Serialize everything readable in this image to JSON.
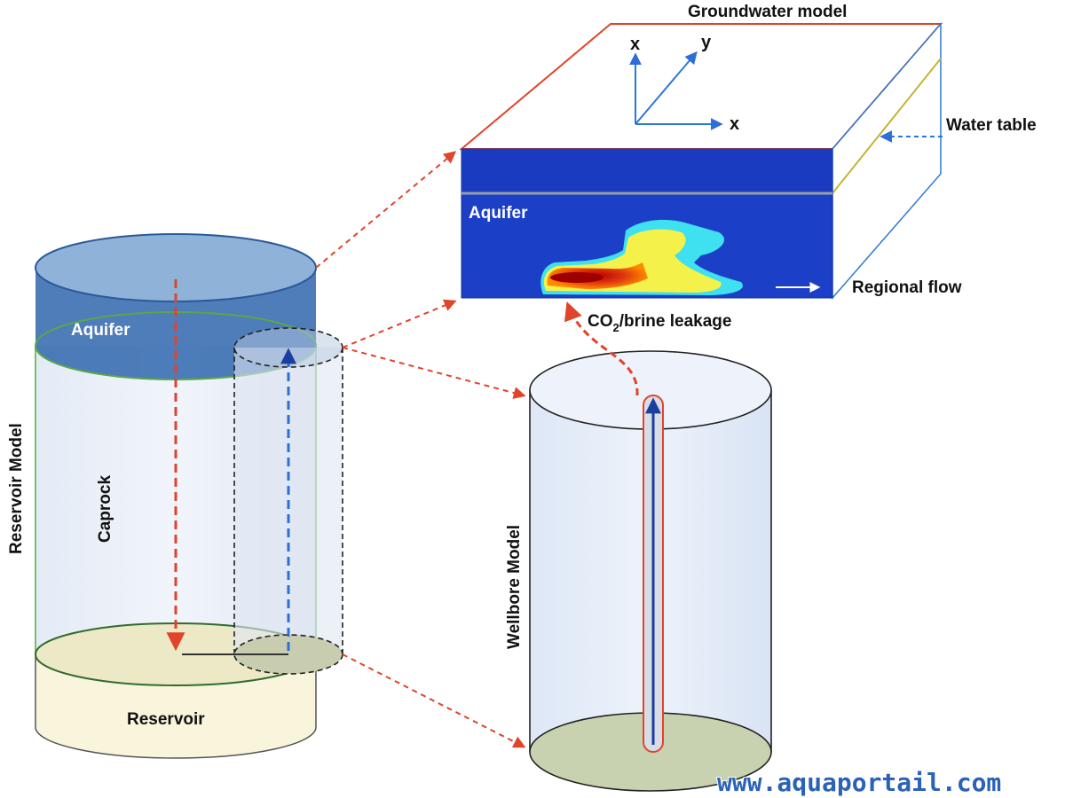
{
  "groundwater": {
    "title": "Groundwater model",
    "aquifer_label": "Aquifer",
    "water_table": "Water table",
    "regional_flow": "Regional flow",
    "axis_x_vertical": "x",
    "axis_y": "y",
    "axis_x_horizontal": "x"
  },
  "leakage": {
    "prefix": "CO",
    "subscript": "2",
    "suffix": "/brine leakage"
  },
  "reservoir_model": {
    "side_label": "Reservoir Model",
    "aquifer": "Aquifer",
    "caprock": "Caprock",
    "reservoir": "Reservoir"
  },
  "wellbore_model": {
    "side_label": "Wellbore Model"
  },
  "watermark": "www.aquaportail.com",
  "colors": {
    "aquifer_blue": "#1f5fae",
    "outline_red": "#e0442a",
    "arrow_blue": "#2c6fd6",
    "caprock_green": "#7cbd6a",
    "reservoir_cream": "#f8f5dc",
    "wellbore_bottom": "#c9d2b0"
  }
}
